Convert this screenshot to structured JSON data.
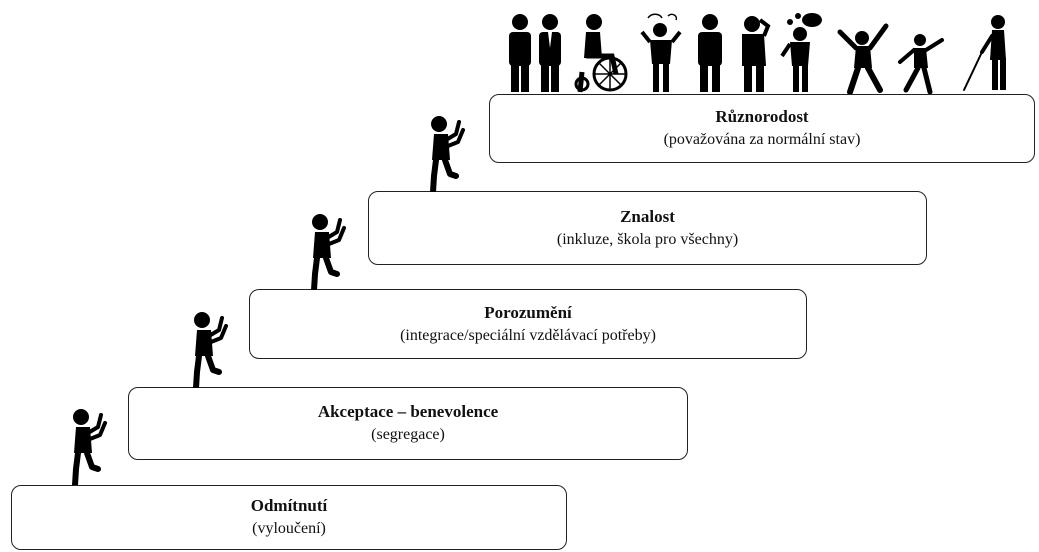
{
  "steps": [
    {
      "title": "Odmítnutí",
      "subtitle": "(vyloučení)"
    },
    {
      "title": "Akceptace – benevolence",
      "subtitle": "(segregace)"
    },
    {
      "title": "Porozumění",
      "subtitle": "(integrace/speciální vzdělávací potřeby)"
    },
    {
      "title": "Znalost",
      "subtitle": "(inkluze, škola pro všechny)"
    },
    {
      "title": "Různorodost",
      "subtitle": "(považována za normální stav)"
    }
  ],
  "icons": {
    "climber": "climbing-person-icon",
    "people": [
      "person-in-suit-icon",
      "person-in-suit-icon",
      "wheelchair-user-icon",
      "confused-person-icon",
      "standing-person-icon",
      "person-on-phone-icon",
      "talking-person-icon",
      "dancing-people-icon",
      "blind-person-with-cane-icon"
    ]
  },
  "colors": {
    "figure": "#000000",
    "border": "#222222"
  }
}
